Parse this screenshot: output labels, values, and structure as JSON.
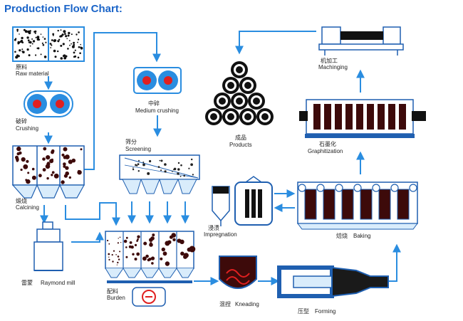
{
  "title": "Production Flow Chart:",
  "colors": {
    "title": "#1a64c8",
    "line": "#2a8de0",
    "equipment": "#1f5fb0",
    "material_dark": "#3d0a0a",
    "hot_red": "#e02020",
    "light_fill": "#d9ecfb"
  },
  "steps": [
    {
      "id": "raw",
      "zh": "原料",
      "en": "Raw material"
    },
    {
      "id": "crushing",
      "zh": "破碎",
      "en": "Crushing"
    },
    {
      "id": "calcining",
      "zh": "煅烧",
      "en": "Calcining"
    },
    {
      "id": "raymond",
      "zh": "雷蒙",
      "en": "Raymond mill"
    },
    {
      "id": "medium",
      "zh": "中碎",
      "en": "Medium crushing"
    },
    {
      "id": "screening",
      "zh": "筛分",
      "en": "Screening"
    },
    {
      "id": "burden",
      "zh": "配料",
      "en": "Burden"
    },
    {
      "id": "kneading",
      "zh": "混捏",
      "en": "Kneading"
    },
    {
      "id": "forming",
      "zh": "压型",
      "en": "Forming"
    },
    {
      "id": "baking",
      "zh": "焙烧",
      "en": "Baking"
    },
    {
      "id": "impregnation",
      "zh": "浸渍",
      "en": "Impregnation"
    },
    {
      "id": "graphitization",
      "zh": "石墨化",
      "en": "Graphitization"
    },
    {
      "id": "machining",
      "zh": "机加工",
      "en": "Machinging"
    },
    {
      "id": "products",
      "zh": "成品",
      "en": "Products"
    }
  ]
}
